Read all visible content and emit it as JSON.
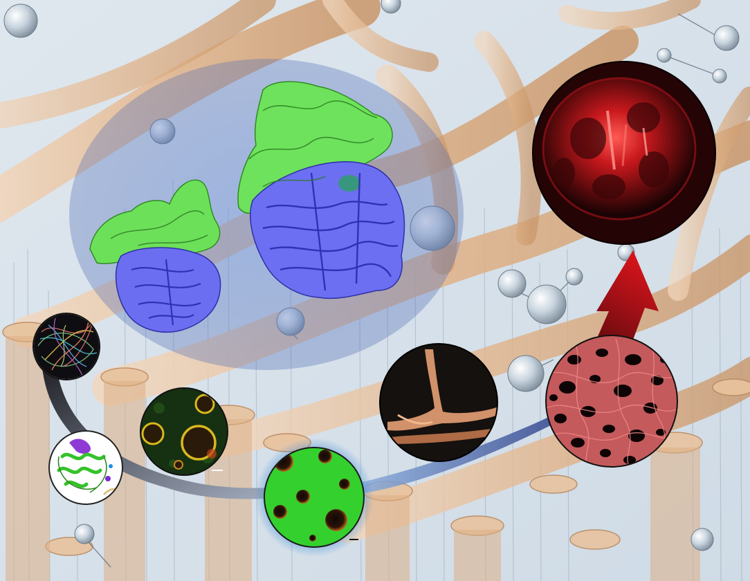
{
  "figure": {
    "background": {
      "fiber_color": "#e0b48c",
      "fiber_dark": "#b98a60",
      "fluid_color": "#d9e3ec",
      "sphere_color": "#c9d5df"
    },
    "protein_halo": {
      "color": "#5b7fc8"
    },
    "protein_dimer_left": {
      "top_color": "#6de05a",
      "bottom_color": "#6b6ef0"
    },
    "protein_dimer_right": {
      "top_color": "#6ee25c",
      "bottom_color": "#6c6ff2"
    },
    "circles": {
      "monomer_cloud": {
        "name": "monomer-ensemble-circle"
      },
      "ribbon_structure": {
        "name": "protein-ribbon-circle"
      },
      "small_droplets": {
        "name": "droplet-micrograph-small",
        "bg": "#1d3a12"
      },
      "green_droplets": {
        "name": "droplet-micrograph-green",
        "bg": "#2ecc2a"
      },
      "fibril_branch": {
        "name": "fibril-branch-micrograph",
        "bg": "#14110f",
        "accent": "#e6a074"
      },
      "network": {
        "name": "aggregate-network-micrograph",
        "bg": "#c0585a"
      },
      "red_cell": {
        "name": "cell-fluorescence-micrograph",
        "bg": "#2a0607",
        "accent": "#d6171c"
      }
    },
    "arrow": {
      "color": "#b01218"
    },
    "connector": {
      "color_start": "#2b2b30",
      "color_end": "#9aa4b8"
    }
  }
}
